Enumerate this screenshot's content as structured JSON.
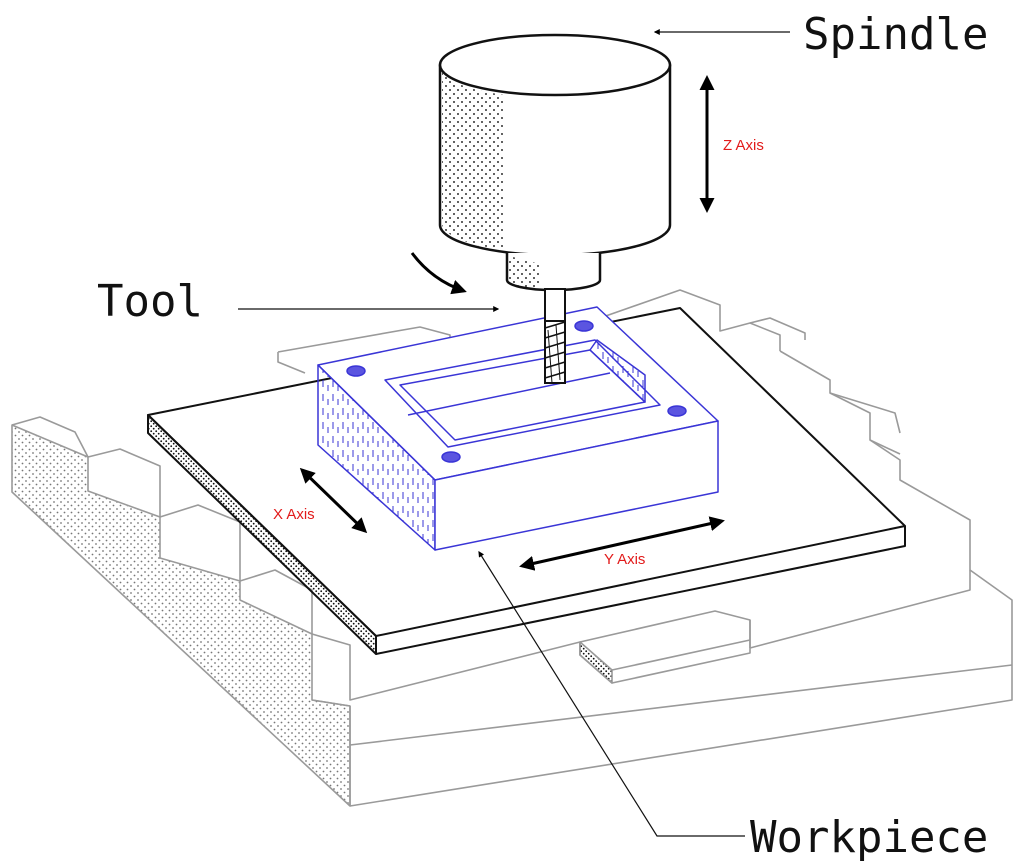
{
  "labels": {
    "spindle": "Spindle",
    "tool": "Tool",
    "workpiece": "Workpiece",
    "z_axis": "Z Axis",
    "x_axis": "X Axis",
    "y_axis": "Y Axis"
  },
  "colors": {
    "axis_label": "#e21b1b",
    "workpiece_outline": "#3a35d6",
    "workpiece_holes": "#5b55e0",
    "base_outline": "#9a9a9a",
    "table_outline": "#111111",
    "leader_line": "#111111"
  }
}
